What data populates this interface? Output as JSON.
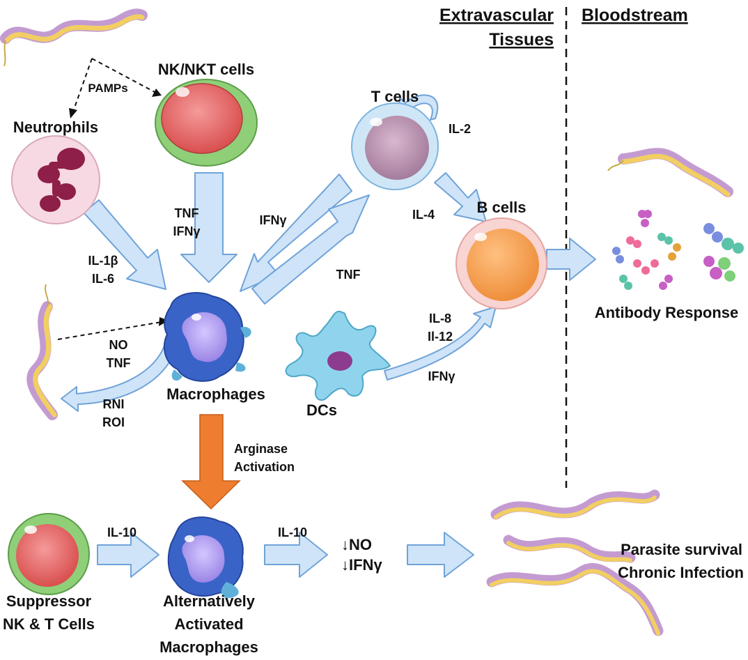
{
  "headers": {
    "extravascular_line1": "Extravascular",
    "extravascular_line2": "Tissues",
    "bloodstream": "Bloodstream"
  },
  "cells": {
    "nk_nkt": "NK/NKT cells",
    "neutrophils": "Neutrophils",
    "t_cells": "T cells",
    "b_cells": "B cells",
    "macrophages": "Macrophages",
    "dcs": "DCs",
    "suppressor_line1": "Suppressor",
    "suppressor_line2": "NK & T Cells",
    "alt_line1": "Alternatively",
    "alt_line2": "Activated",
    "alt_line3": "Macrophages"
  },
  "signals": {
    "pamps": "PAMPs",
    "nk_tnf": "TNF",
    "nk_ifng": "IFNγ",
    "neut_il1b": "IL-1β",
    "neut_il6": "IL-6",
    "t_to_mac_ifng": "IFNγ",
    "mac_to_t_tnf": "TNF",
    "il2": "IL-2",
    "il4": "IL-4",
    "il8": "IL-8",
    "il12": "Il-12",
    "dc_ifng": "IFNγ",
    "no": "NO",
    "tnf": "TNF",
    "rni": "RNI",
    "roi": "ROI",
    "arginase_line1": "Arginase",
    "arginase_line2": "Activation",
    "il10_left": "IL-10",
    "il10_right": "IL-10",
    "down_no": "↓NO",
    "down_ifng": "↓IFNγ"
  },
  "outcomes": {
    "antibody": "Antibody Response",
    "survival_line1": "Parasite survival",
    "survival_line2": "Chronic Infection"
  },
  "colors": {
    "arrow_fill": "#cfe4f8",
    "arrow_stroke": "#6fa3d8",
    "arginase_arrow": "#ee7d2f",
    "nk_outer": "#8fcf78",
    "nk_inner": "#e86d6d",
    "neutrophil_bg": "#f7d9e3",
    "neutrophil_nucleus": "#8e1f48",
    "t_cell_outer": "#a8d2ee",
    "t_cell_inner": "#c39ab8",
    "b_cell_outer": "#f5c0bd",
    "b_cell_inner": "#f2a056",
    "macrophage": "#3a63c8",
    "macrophage_nucleus": "#b7a1f0",
    "dc": "#8fd4ec",
    "parasite_body": "#f2cf62",
    "parasite_membrane": "#b889c9"
  }
}
